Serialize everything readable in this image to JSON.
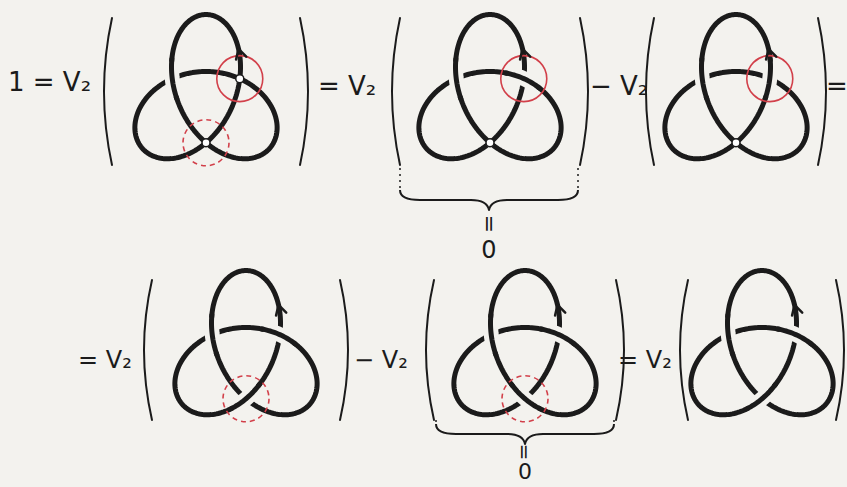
{
  "diagram": {
    "labels": [
      "1 = V₂",
      "= V₂",
      "− V₂",
      "=",
      "=",
      "0",
      "= V₂",
      "− V₂",
      "= V₂",
      "=",
      "0"
    ]
  }
}
